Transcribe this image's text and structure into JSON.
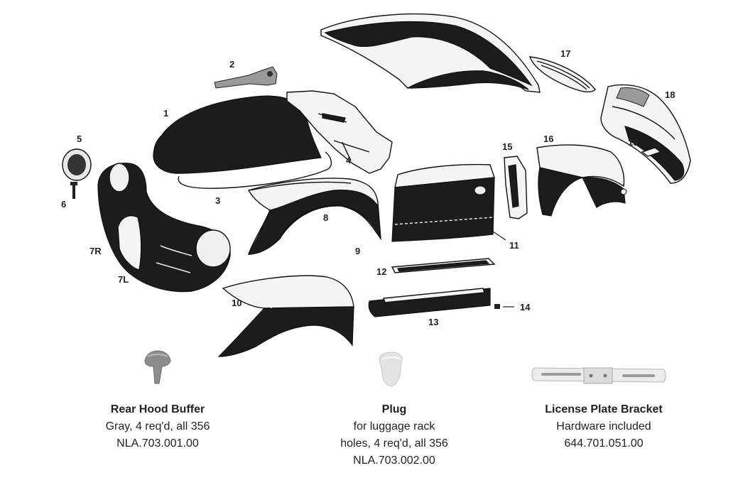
{
  "callouts": [
    "1",
    "2",
    "3",
    "4",
    "5",
    "6",
    "7R",
    "7L",
    "8",
    "9",
    "10",
    "11",
    "12",
    "13",
    "14",
    "15",
    "16",
    "17",
    "18",
    "19"
  ],
  "products": [
    {
      "title": "Rear Hood Buffer",
      "lines": [
        "Gray, 4 req'd, all 356",
        "NLA.703.001.00"
      ]
    },
    {
      "title": "Plug",
      "lines": [
        "for luggage rack",
        "holes, 4 req'd, all 356",
        "NLA.703.002.00"
      ]
    },
    {
      "title": "License Plate Bracket",
      "lines": [
        "Hardware included",
        "644.701.051.00"
      ]
    }
  ]
}
